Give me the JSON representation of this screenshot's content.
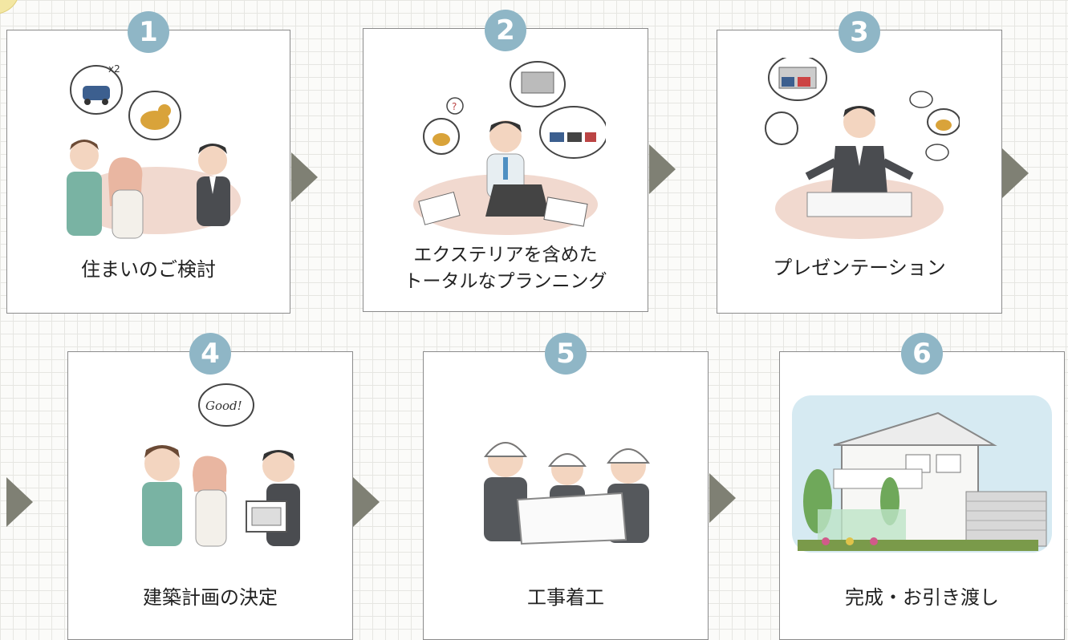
{
  "steps": [
    {
      "number": "1",
      "label": "住まいのご検討"
    },
    {
      "number": "2",
      "label": "エクステリアを含めた\nトータルなプランニング"
    },
    {
      "number": "3",
      "label": "プレゼンテーション"
    },
    {
      "number": "4",
      "label": "建築計画の決定"
    },
    {
      "number": "5",
      "label": "工事着工"
    },
    {
      "number": "6",
      "label": "完成・お引き渡し"
    }
  ],
  "illustrations": {
    "step1_bubble_text": "x2",
    "step2_bubble_text": "?",
    "step4_bubble_text": "Good!"
  },
  "colors": {
    "badge": "#8fb6c6",
    "arrow": "#7f8074",
    "card_border": "#8b8b8b",
    "grid": "#e6e6e2"
  }
}
